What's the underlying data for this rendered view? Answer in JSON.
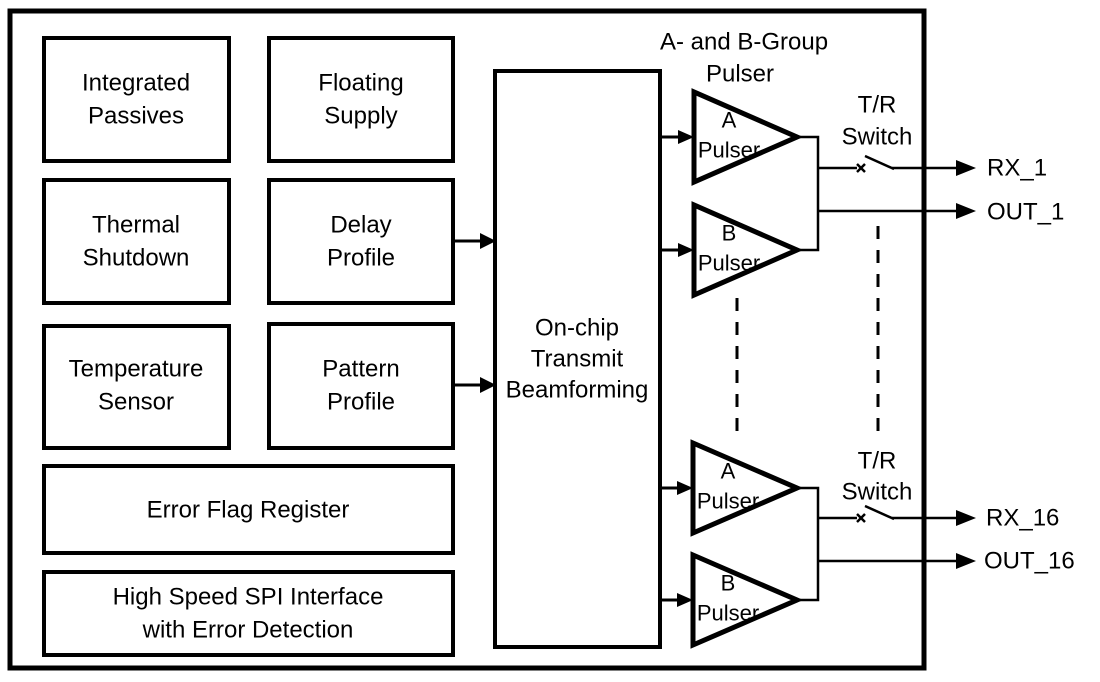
{
  "chip": {
    "blocks": {
      "integrated_passives": {
        "line1": "Integrated",
        "line2": "Passives"
      },
      "floating_supply": {
        "line1": "Floating",
        "line2": "Supply"
      },
      "thermal_shutdown": {
        "line1": "Thermal",
        "line2": "Shutdown"
      },
      "delay_profile": {
        "line1": "Delay",
        "line2": "Profile"
      },
      "temperature_sensor": {
        "line1": "Temperature",
        "line2": "Sensor"
      },
      "pattern_profile": {
        "line1": "Pattern",
        "line2": "Profile"
      },
      "error_flag_register": {
        "label": "Error Flag Register"
      },
      "spi_interface": {
        "line1": "High Speed SPI Interface",
        "line2": "with Error Detection"
      },
      "beamforming": {
        "line1": "On-chip",
        "line2": "Transmit",
        "line3": "Beamforming"
      }
    },
    "pulser_header": {
      "line1": "A- and B-Group",
      "line2": "Pulser"
    },
    "pulser_groups": {
      "group1": {
        "a": {
          "line1": "A",
          "line2": "Pulser"
        },
        "b": {
          "line1": "B",
          "line2": "Pulser"
        },
        "switch": {
          "line1": "T/R",
          "line2": "Switch"
        }
      },
      "group2": {
        "a": {
          "line1": "A",
          "line2": "Pulser"
        },
        "b": {
          "line1": "B",
          "line2": "Pulser"
        },
        "switch": {
          "line1": "T/R",
          "line2": "Switch"
        }
      }
    },
    "ports": {
      "rx_1": "RX_1",
      "out_1": "OUT_1",
      "rx_16": "RX_16",
      "out_16": "OUT_16"
    },
    "colors": {
      "line": "#000000",
      "background": "#ffffff",
      "text": "#000000"
    }
  }
}
